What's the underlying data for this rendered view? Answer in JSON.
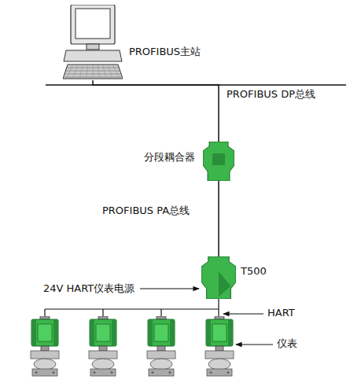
{
  "diagram": {
    "nodes": [
      {
        "text": [
          "PROFIBUS主站"
        ]
      },
      {
        "text": [
          "分段耦合器"
        ]
      },
      {
        "text": [
          "T500"
        ]
      }
    ],
    "edges": [
      {
        "from": 0,
        "to": 1,
        "arrow": "none",
        "label": "PROFIBUS DP总线"
      },
      {
        "from": 1,
        "to": 2,
        "arrow": "none",
        "label": "PROFIBUS PA总线"
      }
    ],
    "labels": [
      "24V HART仪表电源",
      "HART",
      "仪表"
    ]
  }
}
